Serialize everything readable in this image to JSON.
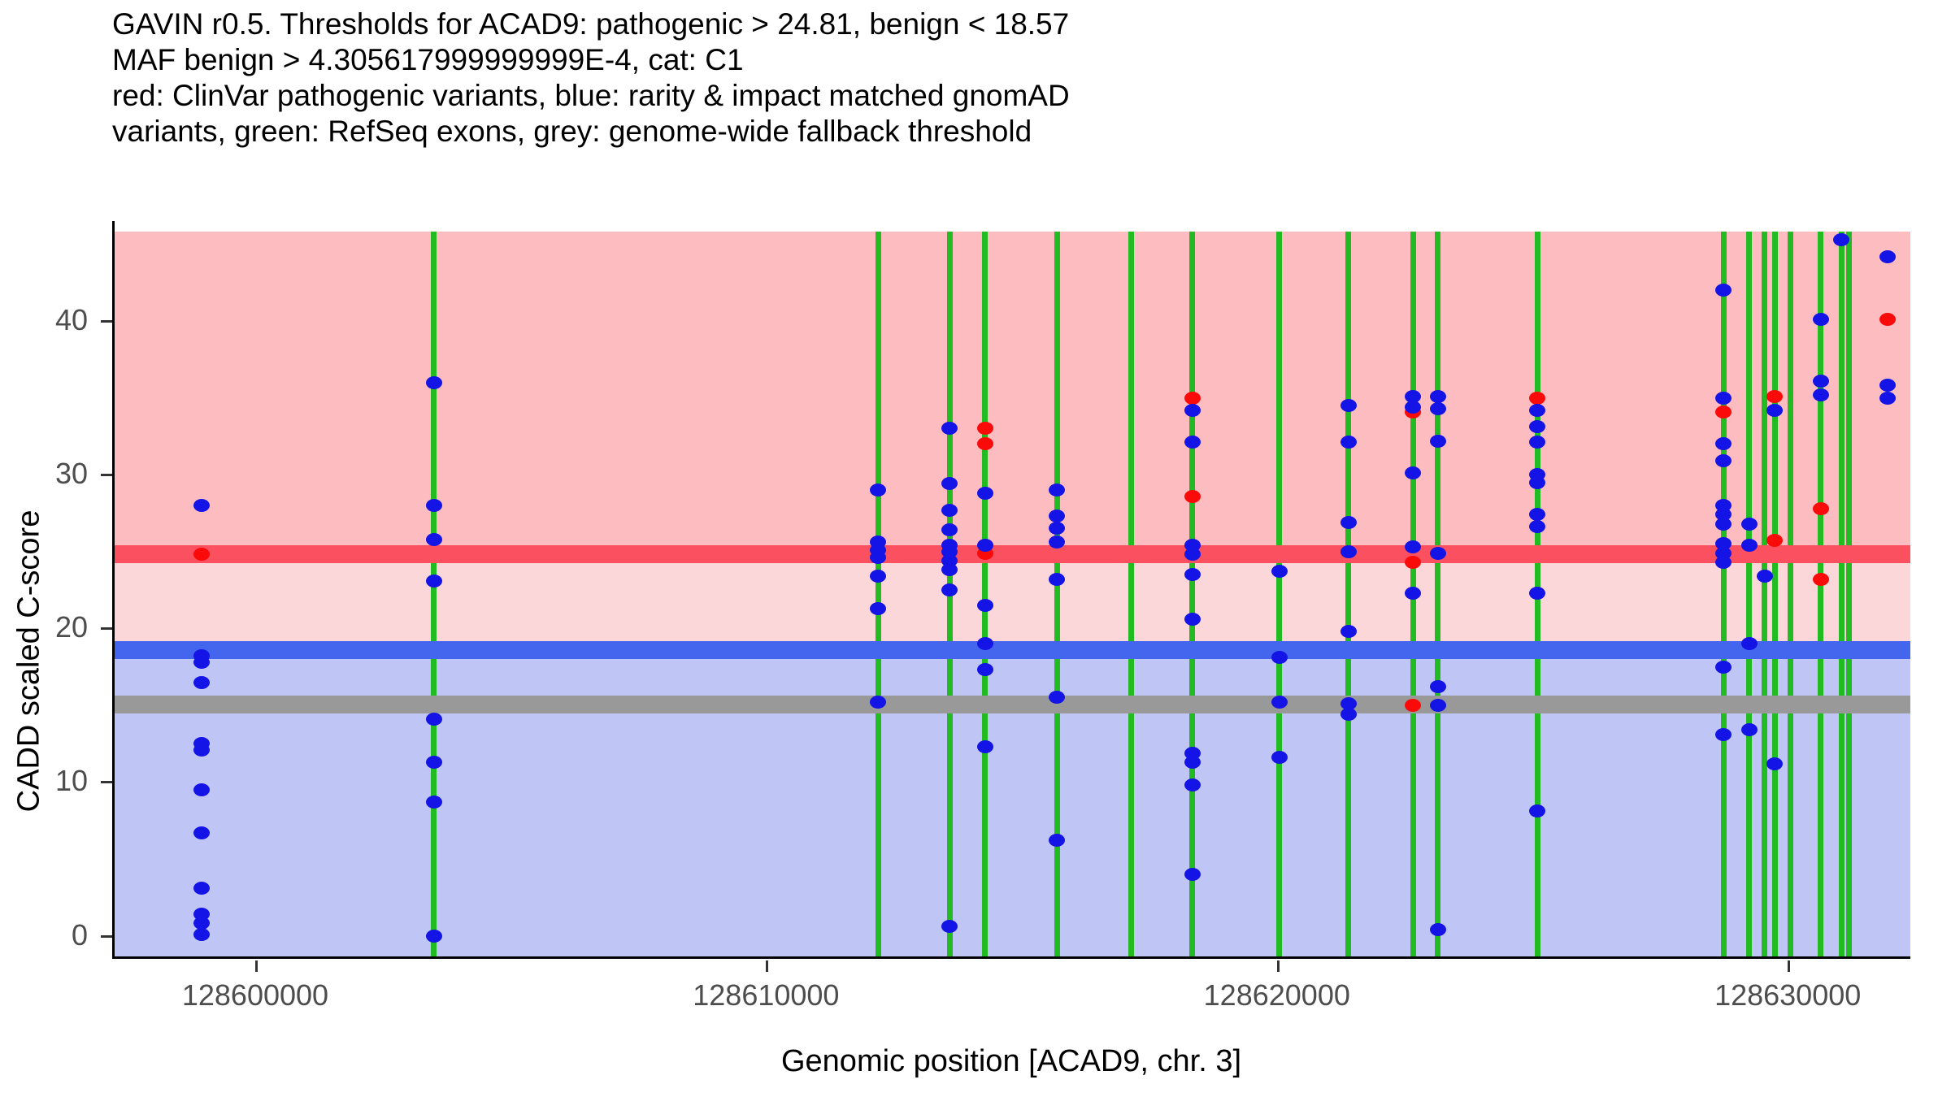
{
  "title": {
    "line1": "GAVIN r0.5. Thresholds for ACAD9: pathogenic > 24.81, benign < 18.57",
    "line2": "MAF benign > 4.305617999999999E-4, cat: C1",
    "line3": "red: ClinVar pathogenic variants, blue: rarity & impact matched gnomAD",
    "line4": "variants, green: RefSeq exons, grey: genome-wide fallback threshold"
  },
  "colors": {
    "pathogenic_line": "#FA5060",
    "pathogenic_band": "#FCBCC0",
    "intermediate_band": "#FBD7D9",
    "benign_line": "#4466EE",
    "benign_band": "#BFC6F5",
    "fallback_line": "#999999",
    "exon_green": "#22BB22",
    "point_blue": "#1414E6",
    "point_red": "#FB0A0A"
  },
  "chart_data": {
    "type": "scatter",
    "title": "GAVIN r0.5. Thresholds for ACAD9: pathogenic > 24.81, benign < 18.57",
    "xlabel": "Genomic position [ACAD9, chr. 3]",
    "ylabel": "CADD scaled C-score",
    "xlim": [
      128597200,
      128632400
    ],
    "ylim": [
      -1.5,
      46.5
    ],
    "xticks": [
      128600000,
      128610000,
      128620000,
      128630000
    ],
    "xtick_labels": [
      "128600000",
      "128610000",
      "128620000",
      "128630000"
    ],
    "yticks": [
      0,
      10,
      20,
      30,
      40
    ],
    "ytick_labels": [
      "0",
      "10",
      "20",
      "30",
      "40"
    ],
    "grid": false,
    "legend_position": "none",
    "gene": "ACAD9",
    "chromosome": "3",
    "thresholds": {
      "pathogenic": 24.81,
      "benign": 18.57,
      "genome_wide_fallback": 15.06,
      "maf_benign": "4.305617999999999E-4",
      "category": "C1"
    },
    "series": [
      {
        "name": "ClinVar pathogenic variants",
        "color": "#FB0A0A",
        "marker": "circle",
        "points": [
          {
            "x": 128598900,
            "y": 24.85
          },
          {
            "x": 128614240,
            "y": 33.0
          },
          {
            "x": 128614240,
            "y": 32.0
          },
          {
            "x": 128614240,
            "y": 24.9
          },
          {
            "x": 128618300,
            "y": 35.0
          },
          {
            "x": 128618300,
            "y": 28.6
          },
          {
            "x": 128622620,
            "y": 34.1
          },
          {
            "x": 128622620,
            "y": 24.3
          },
          {
            "x": 128622620,
            "y": 15.0
          },
          {
            "x": 128625050,
            "y": 35.0
          },
          {
            "x": 128628700,
            "y": 34.1
          },
          {
            "x": 128629700,
            "y": 35.1
          },
          {
            "x": 128629700,
            "y": 25.7
          },
          {
            "x": 128630600,
            "y": 27.8
          },
          {
            "x": 128630600,
            "y": 23.2
          },
          {
            "x": 128631900,
            "y": 40.1
          }
        ]
      },
      {
        "name": "rarity & impact matched gnomAD variants",
        "color": "#1414E6",
        "marker": "circle",
        "points": [
          {
            "x": 128598900,
            "y": 28.0
          },
          {
            "x": 128598900,
            "y": 18.2
          },
          {
            "x": 128598900,
            "y": 17.8
          },
          {
            "x": 128598900,
            "y": 16.5
          },
          {
            "x": 128598900,
            "y": 12.5
          },
          {
            "x": 128598900,
            "y": 12.1
          },
          {
            "x": 128598900,
            "y": 9.5
          },
          {
            "x": 128598900,
            "y": 6.7
          },
          {
            "x": 128598900,
            "y": 3.1
          },
          {
            "x": 128598900,
            "y": 1.4
          },
          {
            "x": 128598900,
            "y": 0.8
          },
          {
            "x": 128598900,
            "y": 0.1
          },
          {
            "x": 128603450,
            "y": 36.0
          },
          {
            "x": 128603450,
            "y": 28.0
          },
          {
            "x": 128603450,
            "y": 25.8
          },
          {
            "x": 128603450,
            "y": 23.1
          },
          {
            "x": 128603450,
            "y": 14.1
          },
          {
            "x": 128603450,
            "y": 11.3
          },
          {
            "x": 128603450,
            "y": 8.7
          },
          {
            "x": 128603450,
            "y": 0.0
          },
          {
            "x": 128612150,
            "y": 29.0
          },
          {
            "x": 128612150,
            "y": 25.6
          },
          {
            "x": 128612150,
            "y": 25.1
          },
          {
            "x": 128612150,
            "y": 24.6
          },
          {
            "x": 128612150,
            "y": 23.4
          },
          {
            "x": 128612150,
            "y": 21.3
          },
          {
            "x": 128612150,
            "y": 15.2
          },
          {
            "x": 128613550,
            "y": 33.0
          },
          {
            "x": 128613550,
            "y": 29.4
          },
          {
            "x": 128613550,
            "y": 27.7
          },
          {
            "x": 128613550,
            "y": 26.4
          },
          {
            "x": 128613550,
            "y": 25.4
          },
          {
            "x": 128613550,
            "y": 25.0
          },
          {
            "x": 128613550,
            "y": 24.4
          },
          {
            "x": 128613550,
            "y": 23.8
          },
          {
            "x": 128613550,
            "y": 22.5
          },
          {
            "x": 128613550,
            "y": 0.6
          },
          {
            "x": 128614240,
            "y": 28.8
          },
          {
            "x": 128614240,
            "y": 25.4
          },
          {
            "x": 128614240,
            "y": 21.5
          },
          {
            "x": 128614240,
            "y": 19.0
          },
          {
            "x": 128614240,
            "y": 17.3
          },
          {
            "x": 128614240,
            "y": 12.3
          },
          {
            "x": 128615650,
            "y": 29.0
          },
          {
            "x": 128615650,
            "y": 27.3
          },
          {
            "x": 128615650,
            "y": 26.5
          },
          {
            "x": 128615650,
            "y": 25.6
          },
          {
            "x": 128615650,
            "y": 23.2
          },
          {
            "x": 128615650,
            "y": 15.5
          },
          {
            "x": 128615650,
            "y": 6.2
          },
          {
            "x": 128618300,
            "y": 34.2
          },
          {
            "x": 128618300,
            "y": 32.1
          },
          {
            "x": 128618300,
            "y": 25.4
          },
          {
            "x": 128618300,
            "y": 24.8
          },
          {
            "x": 128618300,
            "y": 23.5
          },
          {
            "x": 128618300,
            "y": 20.6
          },
          {
            "x": 128618300,
            "y": 11.9
          },
          {
            "x": 128618300,
            "y": 11.3
          },
          {
            "x": 128618300,
            "y": 9.8
          },
          {
            "x": 128618300,
            "y": 4.0
          },
          {
            "x": 128620000,
            "y": 23.7
          },
          {
            "x": 128620000,
            "y": 18.1
          },
          {
            "x": 128620000,
            "y": 15.2
          },
          {
            "x": 128620000,
            "y": 11.6
          },
          {
            "x": 128621350,
            "y": 34.5
          },
          {
            "x": 128621350,
            "y": 32.1
          },
          {
            "x": 128621350,
            "y": 26.9
          },
          {
            "x": 128621350,
            "y": 25.0
          },
          {
            "x": 128621350,
            "y": 19.8
          },
          {
            "x": 128621350,
            "y": 15.1
          },
          {
            "x": 128621350,
            "y": 14.4
          },
          {
            "x": 128622620,
            "y": 35.1
          },
          {
            "x": 128622620,
            "y": 34.4
          },
          {
            "x": 128622620,
            "y": 30.1
          },
          {
            "x": 128622620,
            "y": 25.3
          },
          {
            "x": 128622620,
            "y": 22.3
          },
          {
            "x": 128623100,
            "y": 35.1
          },
          {
            "x": 128623100,
            "y": 34.3
          },
          {
            "x": 128623100,
            "y": 32.2
          },
          {
            "x": 128623100,
            "y": 24.9
          },
          {
            "x": 128623100,
            "y": 16.2
          },
          {
            "x": 128623100,
            "y": 15.0
          },
          {
            "x": 128623100,
            "y": 0.4
          },
          {
            "x": 128625050,
            "y": 34.2
          },
          {
            "x": 128625050,
            "y": 33.1
          },
          {
            "x": 128625050,
            "y": 32.1
          },
          {
            "x": 128625050,
            "y": 30.0
          },
          {
            "x": 128625050,
            "y": 29.5
          },
          {
            "x": 128625050,
            "y": 27.4
          },
          {
            "x": 128625050,
            "y": 26.6
          },
          {
            "x": 128625050,
            "y": 22.3
          },
          {
            "x": 128625050,
            "y": 8.1
          },
          {
            "x": 128628700,
            "y": 42.0
          },
          {
            "x": 128628700,
            "y": 35.0
          },
          {
            "x": 128628700,
            "y": 32.0
          },
          {
            "x": 128628700,
            "y": 30.9
          },
          {
            "x": 128628700,
            "y": 28.0
          },
          {
            "x": 128628700,
            "y": 27.4
          },
          {
            "x": 128628700,
            "y": 26.8
          },
          {
            "x": 128628700,
            "y": 25.5
          },
          {
            "x": 128628700,
            "y": 24.9
          },
          {
            "x": 128628700,
            "y": 24.3
          },
          {
            "x": 128628700,
            "y": 17.5
          },
          {
            "x": 128628700,
            "y": 13.1
          },
          {
            "x": 128629200,
            "y": 26.8
          },
          {
            "x": 128629200,
            "y": 25.4
          },
          {
            "x": 128629200,
            "y": 19.0
          },
          {
            "x": 128629200,
            "y": 13.4
          },
          {
            "x": 128629500,
            "y": 23.4
          },
          {
            "x": 128629700,
            "y": 34.2
          },
          {
            "x": 128629700,
            "y": 11.2
          },
          {
            "x": 128631000,
            "y": 45.3
          },
          {
            "x": 128630600,
            "y": 40.1
          },
          {
            "x": 128630600,
            "y": 36.1
          },
          {
            "x": 128630600,
            "y": 35.2
          },
          {
            "x": 128631900,
            "y": 44.2
          },
          {
            "x": 128631900,
            "y": 35.8
          },
          {
            "x": 128631900,
            "y": 35.0
          }
        ]
      }
    ],
    "exons": {
      "name": "RefSeq exons",
      "color": "#22BB22",
      "positions": [
        128603450,
        128612150,
        128613550,
        128614240,
        128615650,
        128617100,
        128618300,
        128620000,
        128621350,
        128622620,
        128623100,
        128625050,
        128628700,
        128629200,
        128629500,
        128629700,
        128630000,
        128630600,
        128631000,
        128631150
      ]
    },
    "threshold_lines": [
      {
        "name": "pathogenic",
        "value": 24.81,
        "color": "#FA5060"
      },
      {
        "name": "benign",
        "value": 18.57,
        "color": "#4466EE"
      },
      {
        "name": "genome-wide fallback",
        "value": 15.06,
        "color": "#999999"
      }
    ]
  }
}
